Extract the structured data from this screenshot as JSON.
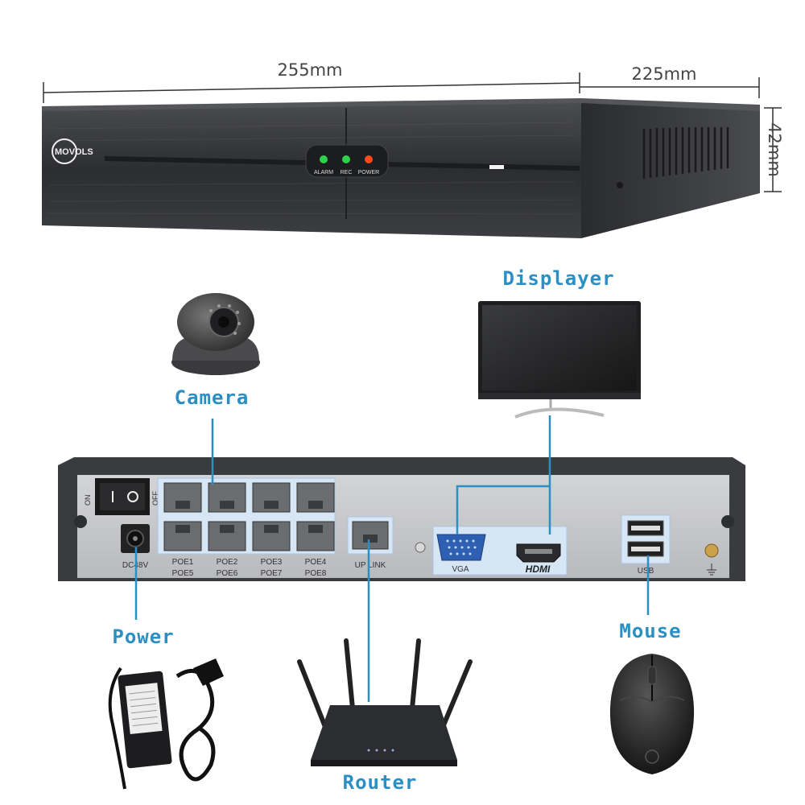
{
  "dimensions": {
    "width": "255mm",
    "depth": "225mm",
    "height": "42mm"
  },
  "front_panel": {
    "brand": "MOVOLS",
    "indicators": [
      {
        "label": "ALARM",
        "color": "#2fd14a"
      },
      {
        "label": "REC",
        "color": "#2fd14a"
      },
      {
        "label": "POWER",
        "color": "#ff4a1a"
      }
    ]
  },
  "connections": {
    "camera": "Camera",
    "displayer": "Displayer",
    "power": "Power",
    "router": "Router",
    "mouse": "Mouse"
  },
  "rear_panel": {
    "switch_on": "ON",
    "switch_off": "OFF",
    "dc_label": "DC48V",
    "poe_top": [
      "POE1",
      "POE2",
      "POE3",
      "POE4"
    ],
    "poe_bottom": [
      "POE5",
      "POE6",
      "POE7",
      "POE8"
    ],
    "uplink": "UP LINK",
    "vga": "VGA",
    "hdmi": "HDMI",
    "usb": "USB"
  },
  "colors": {
    "accent": "#2b8fc4",
    "highlight": "#d6e6f5",
    "device_dark": "#3a3b3e"
  }
}
